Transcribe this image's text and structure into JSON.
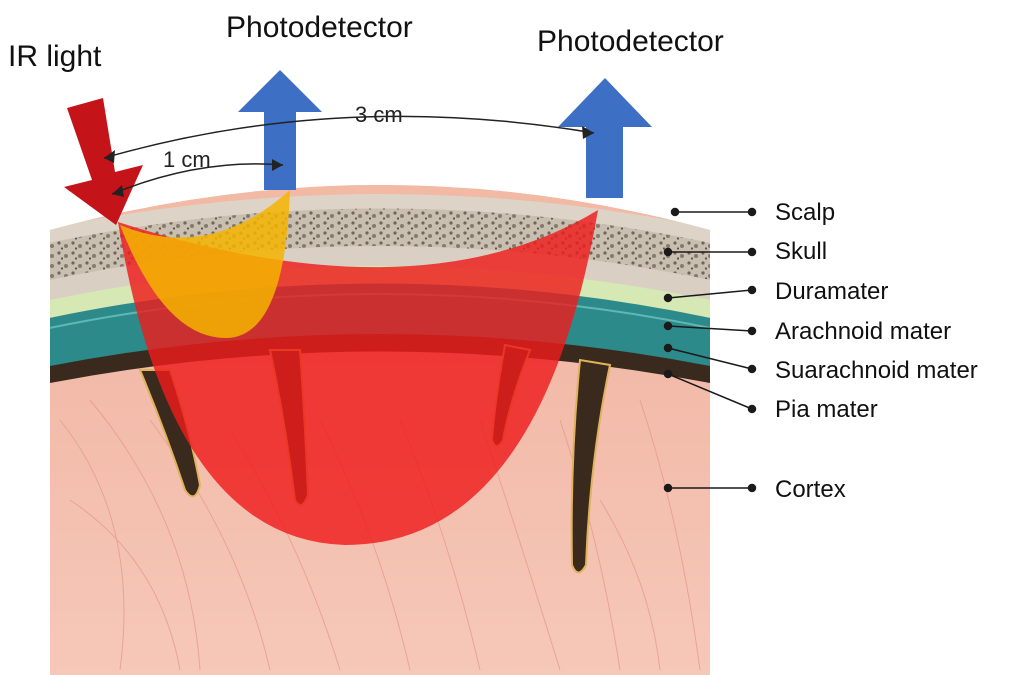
{
  "top_labels": {
    "ir_light": "IR light",
    "photodetector_near": "Photodetector",
    "photodetector_far": "Photodetector"
  },
  "distances": {
    "near": "1 cm",
    "far": "3 cm"
  },
  "layers": [
    {
      "id": "scalp",
      "label": "Scalp"
    },
    {
      "id": "skull",
      "label": "Skull"
    },
    {
      "id": "duramater",
      "label": "Duramater"
    },
    {
      "id": "arachnoid",
      "label": "Arachnoid mater"
    },
    {
      "id": "subarachnoid",
      "label": "Suarachnoid mater"
    },
    {
      "id": "pia",
      "label": "Pia mater"
    },
    {
      "id": "cortex",
      "label": "Cortex"
    }
  ],
  "colors": {
    "ir_arrow": "#c4141a",
    "detector_arrow": "#3d6fc4",
    "shallow_path": "#f4b400",
    "deep_path": "#ee1c1c",
    "scalp": "#f2b9a4",
    "skull": "#cfc8bb",
    "dura": "#d5e8b2",
    "arachnoid": "#2e8e8c",
    "cortex": "#f2b7a7"
  }
}
